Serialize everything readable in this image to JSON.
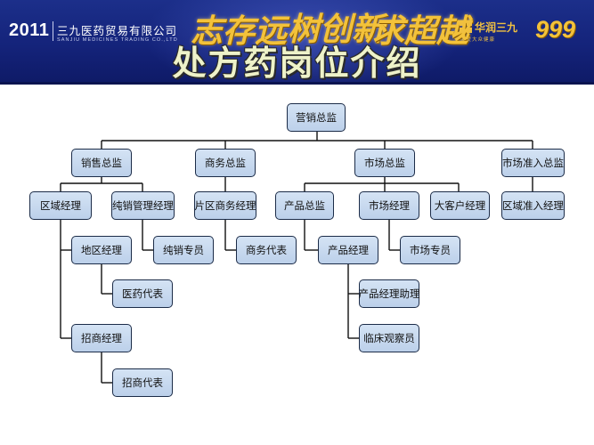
{
  "banner": {
    "year": "2011",
    "company_cn": "三九医药贸易有限公司",
    "company_en": "SANJIU MEDICINES TRADING CO.,LTD",
    "slogans": [
      "志存远",
      "树创新",
      "求超越"
    ],
    "brand_cn": "华润三九",
    "brand_sub": "关爱大众健康",
    "brand_number": "999"
  },
  "page": {
    "title": "处方药岗位介绍"
  },
  "colors": {
    "banner_blue": "#14237a",
    "slogan_gold": "#f3c23a",
    "node_fill": "#c8daf0",
    "node_border": "#1c2c48"
  },
  "org_chart": {
    "root": "营销总监",
    "directors": [
      "销售总监",
      "商务总监",
      "市场总监",
      "市场准入总监"
    ],
    "managers": [
      "区域经理",
      "纯销管理经理",
      "片区商务经理",
      "产品总监",
      "市场经理",
      "大客户经理",
      "区域准入经理"
    ],
    "staff": [
      "地区经理",
      "纯销专员",
      "商务代表",
      "产品经理",
      "市场专员"
    ],
    "level4": [
      "医药代表",
      "产品经理助理"
    ],
    "level5": [
      "招商经理",
      "临床观察员"
    ],
    "level6": [
      "招商代表"
    ]
  }
}
